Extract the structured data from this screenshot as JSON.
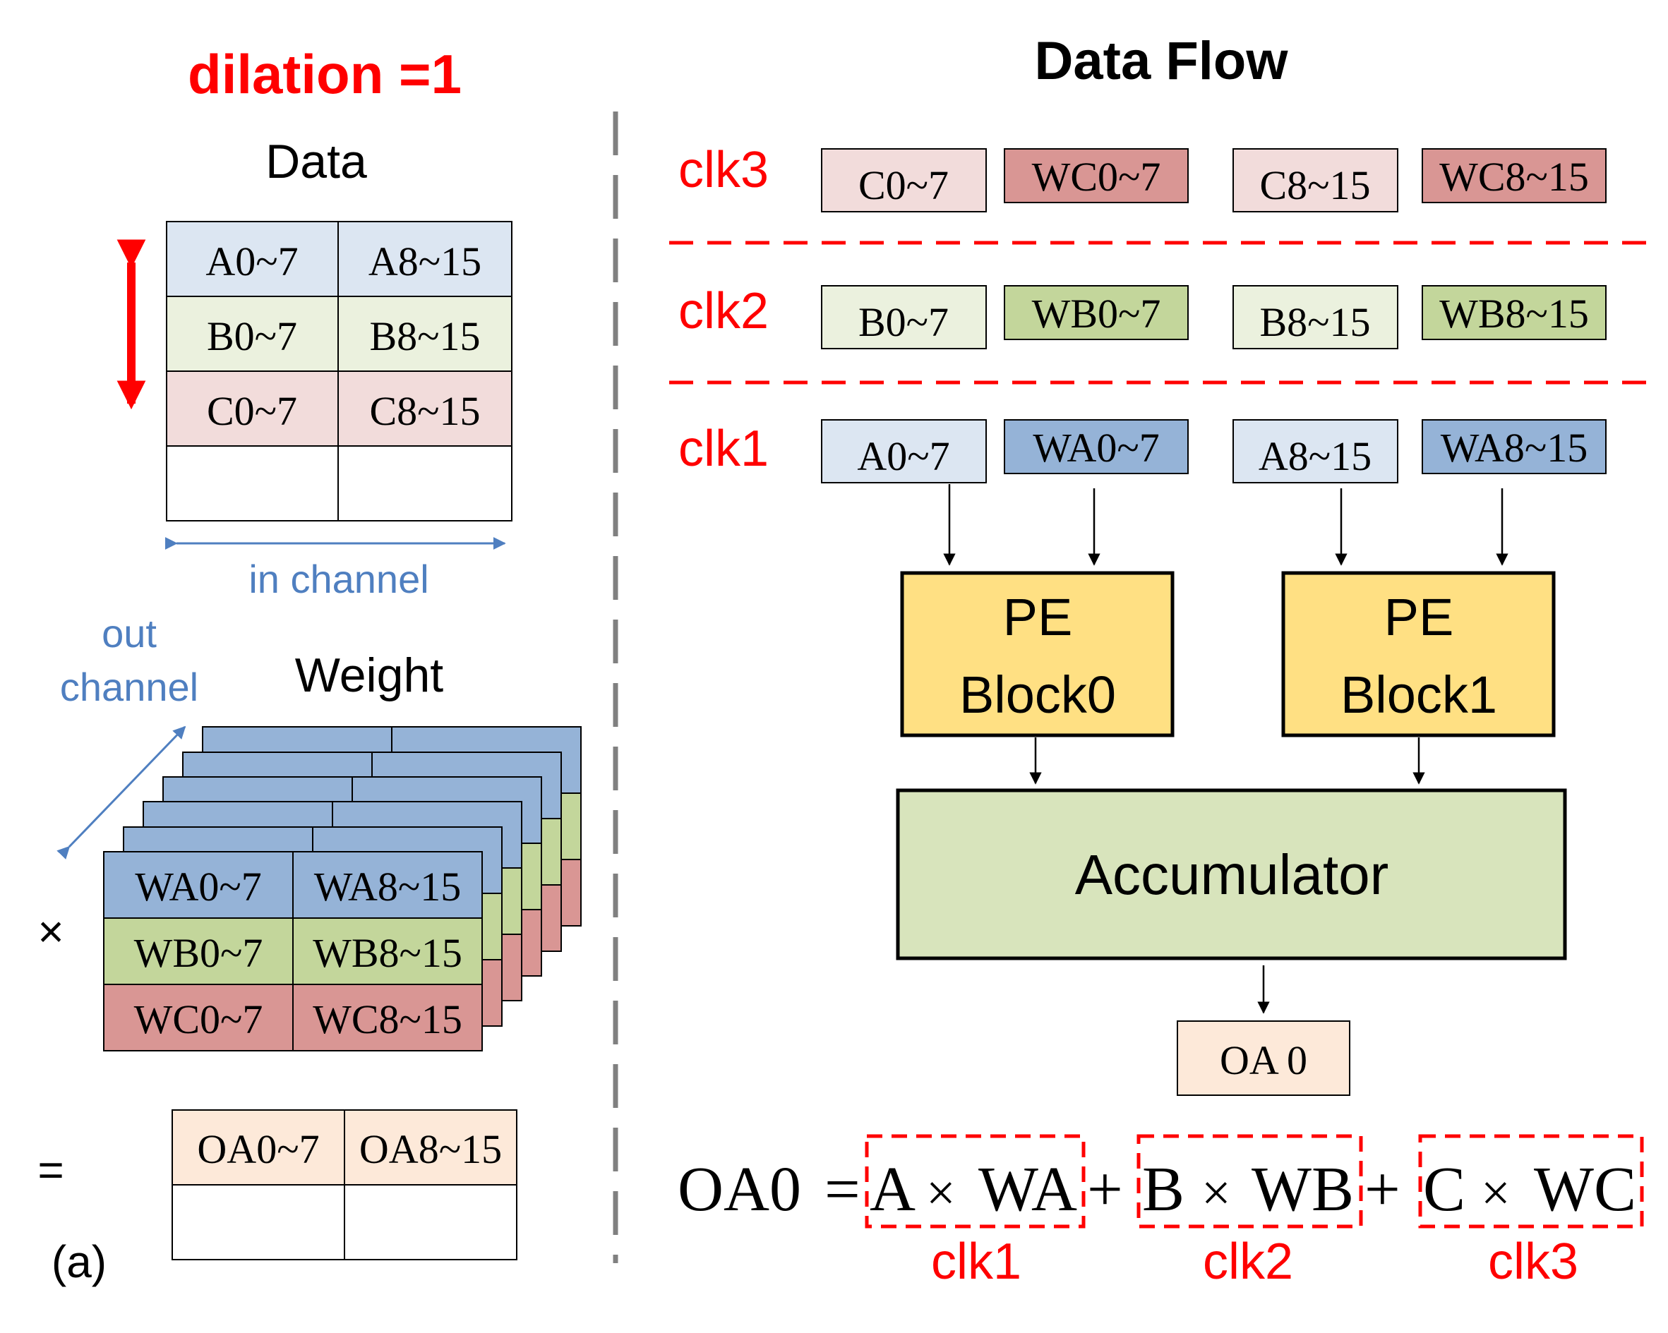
{
  "left": {
    "title": "dilation =1",
    "data_label": "Data",
    "data_rows": [
      [
        "A0~7",
        "A8~15"
      ],
      [
        "B0~7",
        "B8~15"
      ],
      [
        "C0~7",
        "C8~15"
      ],
      [
        "",
        ""
      ]
    ],
    "in_channel": "in channel",
    "out_channel_line1": "out",
    "out_channel_line2": "channel",
    "weight_label": "Weight",
    "weight_rows": [
      [
        "WA0~7",
        "WA8~15"
      ],
      [
        "WB0~7",
        "WB8~15"
      ],
      [
        "WC0~7",
        "WC8~15"
      ]
    ],
    "times_sign": "×",
    "equals_sign": "=",
    "output_rows": [
      [
        "OA0~7",
        "OA8~15"
      ],
      [
        "",
        ""
      ]
    ],
    "panel_label": "(a)"
  },
  "right": {
    "title": "Data Flow",
    "clocks": [
      {
        "label": "clk3",
        "items": [
          "C0~7",
          "WC0~7",
          "C8~15",
          "WC8~15"
        ]
      },
      {
        "label": "clk2",
        "items": [
          "B0~7",
          "WB0~7",
          "B8~15",
          "WB8~15"
        ]
      },
      {
        "label": "clk1",
        "items": [
          "A0~7",
          "WA0~7",
          "A8~15",
          "WA8~15"
        ]
      }
    ],
    "pe_blocks": [
      {
        "line1": "PE",
        "line2": "Block0"
      },
      {
        "line1": "PE",
        "line2": "Block1"
      }
    ],
    "accumulator": "Accumulator",
    "output": "OA 0",
    "equation": {
      "lhs": "OA0",
      "eq": "=",
      "plus": "+",
      "times": "×",
      "terms": [
        {
          "a": "A",
          "w": "WA",
          "clk": "clk1"
        },
        {
          "a": "B",
          "w": "WB",
          "clk": "clk2"
        },
        {
          "a": "C",
          "w": "WC",
          "clk": "clk3"
        }
      ]
    }
  },
  "colors": {
    "red": "#ff0000",
    "blue_text": "#4f7fc0",
    "a_light": "#dce6f2",
    "a_dark": "#95b3d7",
    "b_light": "#ebf1de",
    "b_dark": "#c3d69b",
    "c_light": "#f2dcdb",
    "c_dark": "#d99694",
    "pe": "#ffe083",
    "acc": "#d8e4bc",
    "out": "#fde9d9",
    "divider": "#808080"
  }
}
